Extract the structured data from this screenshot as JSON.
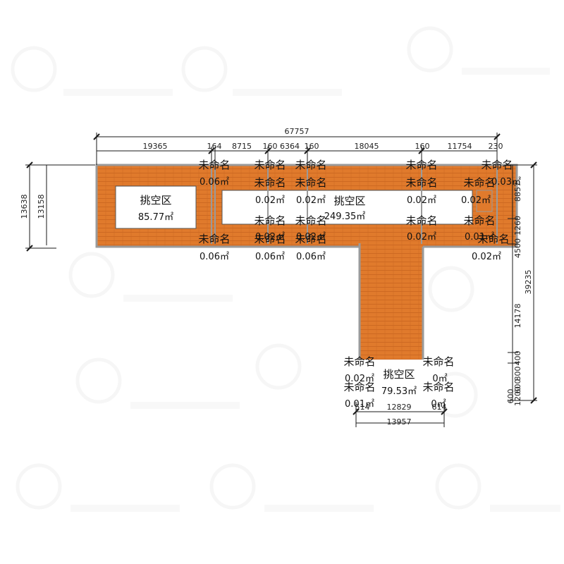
{
  "colors": {
    "floor": "#E07A2C",
    "wall": "#9A9A9A",
    "void": "#FFFFFF",
    "dimension_line": "#1A1A1A"
  },
  "dimensions_top": {
    "overall": "67757",
    "segments": [
      "19365",
      "164",
      "8715",
      "160",
      "6364",
      "160",
      "18045",
      "160",
      "11754",
      "230"
    ]
  },
  "dimensions_left": {
    "outer": "13638",
    "inner": "13158"
  },
  "dimensions_right": {
    "overall": "39235",
    "segments": [
      "8857",
      "4500",
      "14178",
      "1260",
      "400",
      "800",
      "600",
      "1200",
      "600"
    ]
  },
  "dimensions_bottom": {
    "inner": "12829",
    "outer": "13957",
    "small_left": "514",
    "small_right": "614"
  },
  "voids": {
    "left": {
      "label": "挑空区",
      "area": "85.77㎡"
    },
    "center": {
      "label": "挑空区",
      "area": "249.35㎡"
    },
    "bottom": {
      "label": "挑空区",
      "area": "79.53㎡"
    }
  },
  "rooms": [
    {
      "label": "未命名",
      "area": "0.06㎡"
    },
    {
      "label": "未命名",
      "area": "0.02㎡"
    },
    {
      "label": "未命名",
      "area": "0.02㎡"
    },
    {
      "label": "未命名",
      "area": "0.02㎡"
    },
    {
      "label": "未命名",
      "area": "0.03㎡"
    },
    {
      "label": "未命名",
      "area": "0.02㎡"
    },
    {
      "label": "未命名",
      "area": "0.02㎡"
    },
    {
      "label": "未命名",
      "area": "0.02㎡"
    },
    {
      "label": "未命名",
      "area": "0.02㎡"
    },
    {
      "label": "未命名",
      "area": "0.06㎡"
    },
    {
      "label": "未命名",
      "area": "0.06㎡"
    },
    {
      "label": "未命名",
      "area": "0.06㎡"
    },
    {
      "label": "未命名",
      "area": "0.01㎡"
    },
    {
      "label": "未命名",
      "area": "0.02㎡"
    },
    {
      "label": "未命名",
      "area": "0.02㎡"
    },
    {
      "label": "未命名",
      "area": "0.01㎡"
    },
    {
      "label": "未命名",
      "area": "0.02㎡"
    },
    {
      "label": "未命名",
      "area": "0㎡"
    },
    {
      "label": "未命名",
      "area": "0.01㎡"
    },
    {
      "label": "未命名",
      "area": "0㎡"
    }
  ]
}
